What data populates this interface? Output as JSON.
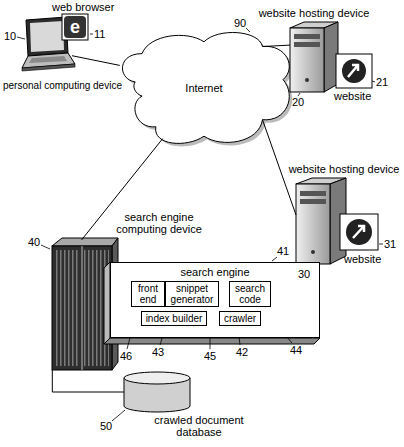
{
  "diagram": {
    "nodes": [
      {
        "text": [
          "personal computing device"
        ]
      },
      {
        "text": [
          "website hosting device"
        ]
      },
      {
        "text": [
          "Internet"
        ]
      },
      {
        "text": [
          "website hosting device"
        ]
      },
      {
        "text": [
          "search engine computing device"
        ]
      },
      {
        "text": [
          "search engine"
        ]
      },
      {
        "text": [
          "front end"
        ],
        "in": 5
      },
      {
        "text": [
          "snippet generator"
        ],
        "in": 5
      },
      {
        "text": [
          "search code"
        ],
        "in": 5
      },
      {
        "text": [
          "index builder"
        ],
        "in": 5
      },
      {
        "text": [
          "crawler"
        ],
        "in": 5
      },
      {
        "text": [
          "crawled document database"
        ]
      }
    ],
    "edges": [
      {
        "from": 0,
        "to": 2,
        "arrow": "none"
      },
      {
        "from": 2,
        "to": 1,
        "arrow": "none"
      },
      {
        "from": 2,
        "to": 3,
        "arrow": "none"
      },
      {
        "from": 2,
        "to": 4,
        "arrow": "none"
      },
      {
        "from": 4,
        "to": 11,
        "arrow": "none"
      }
    ],
    "labels": [
      "web browser",
      "e",
      "10",
      "11",
      "90",
      "20",
      "21",
      "website",
      "30",
      "31",
      "website",
      "40",
      "41",
      "42",
      "43",
      "44",
      "45",
      "46",
      "50"
    ]
  }
}
